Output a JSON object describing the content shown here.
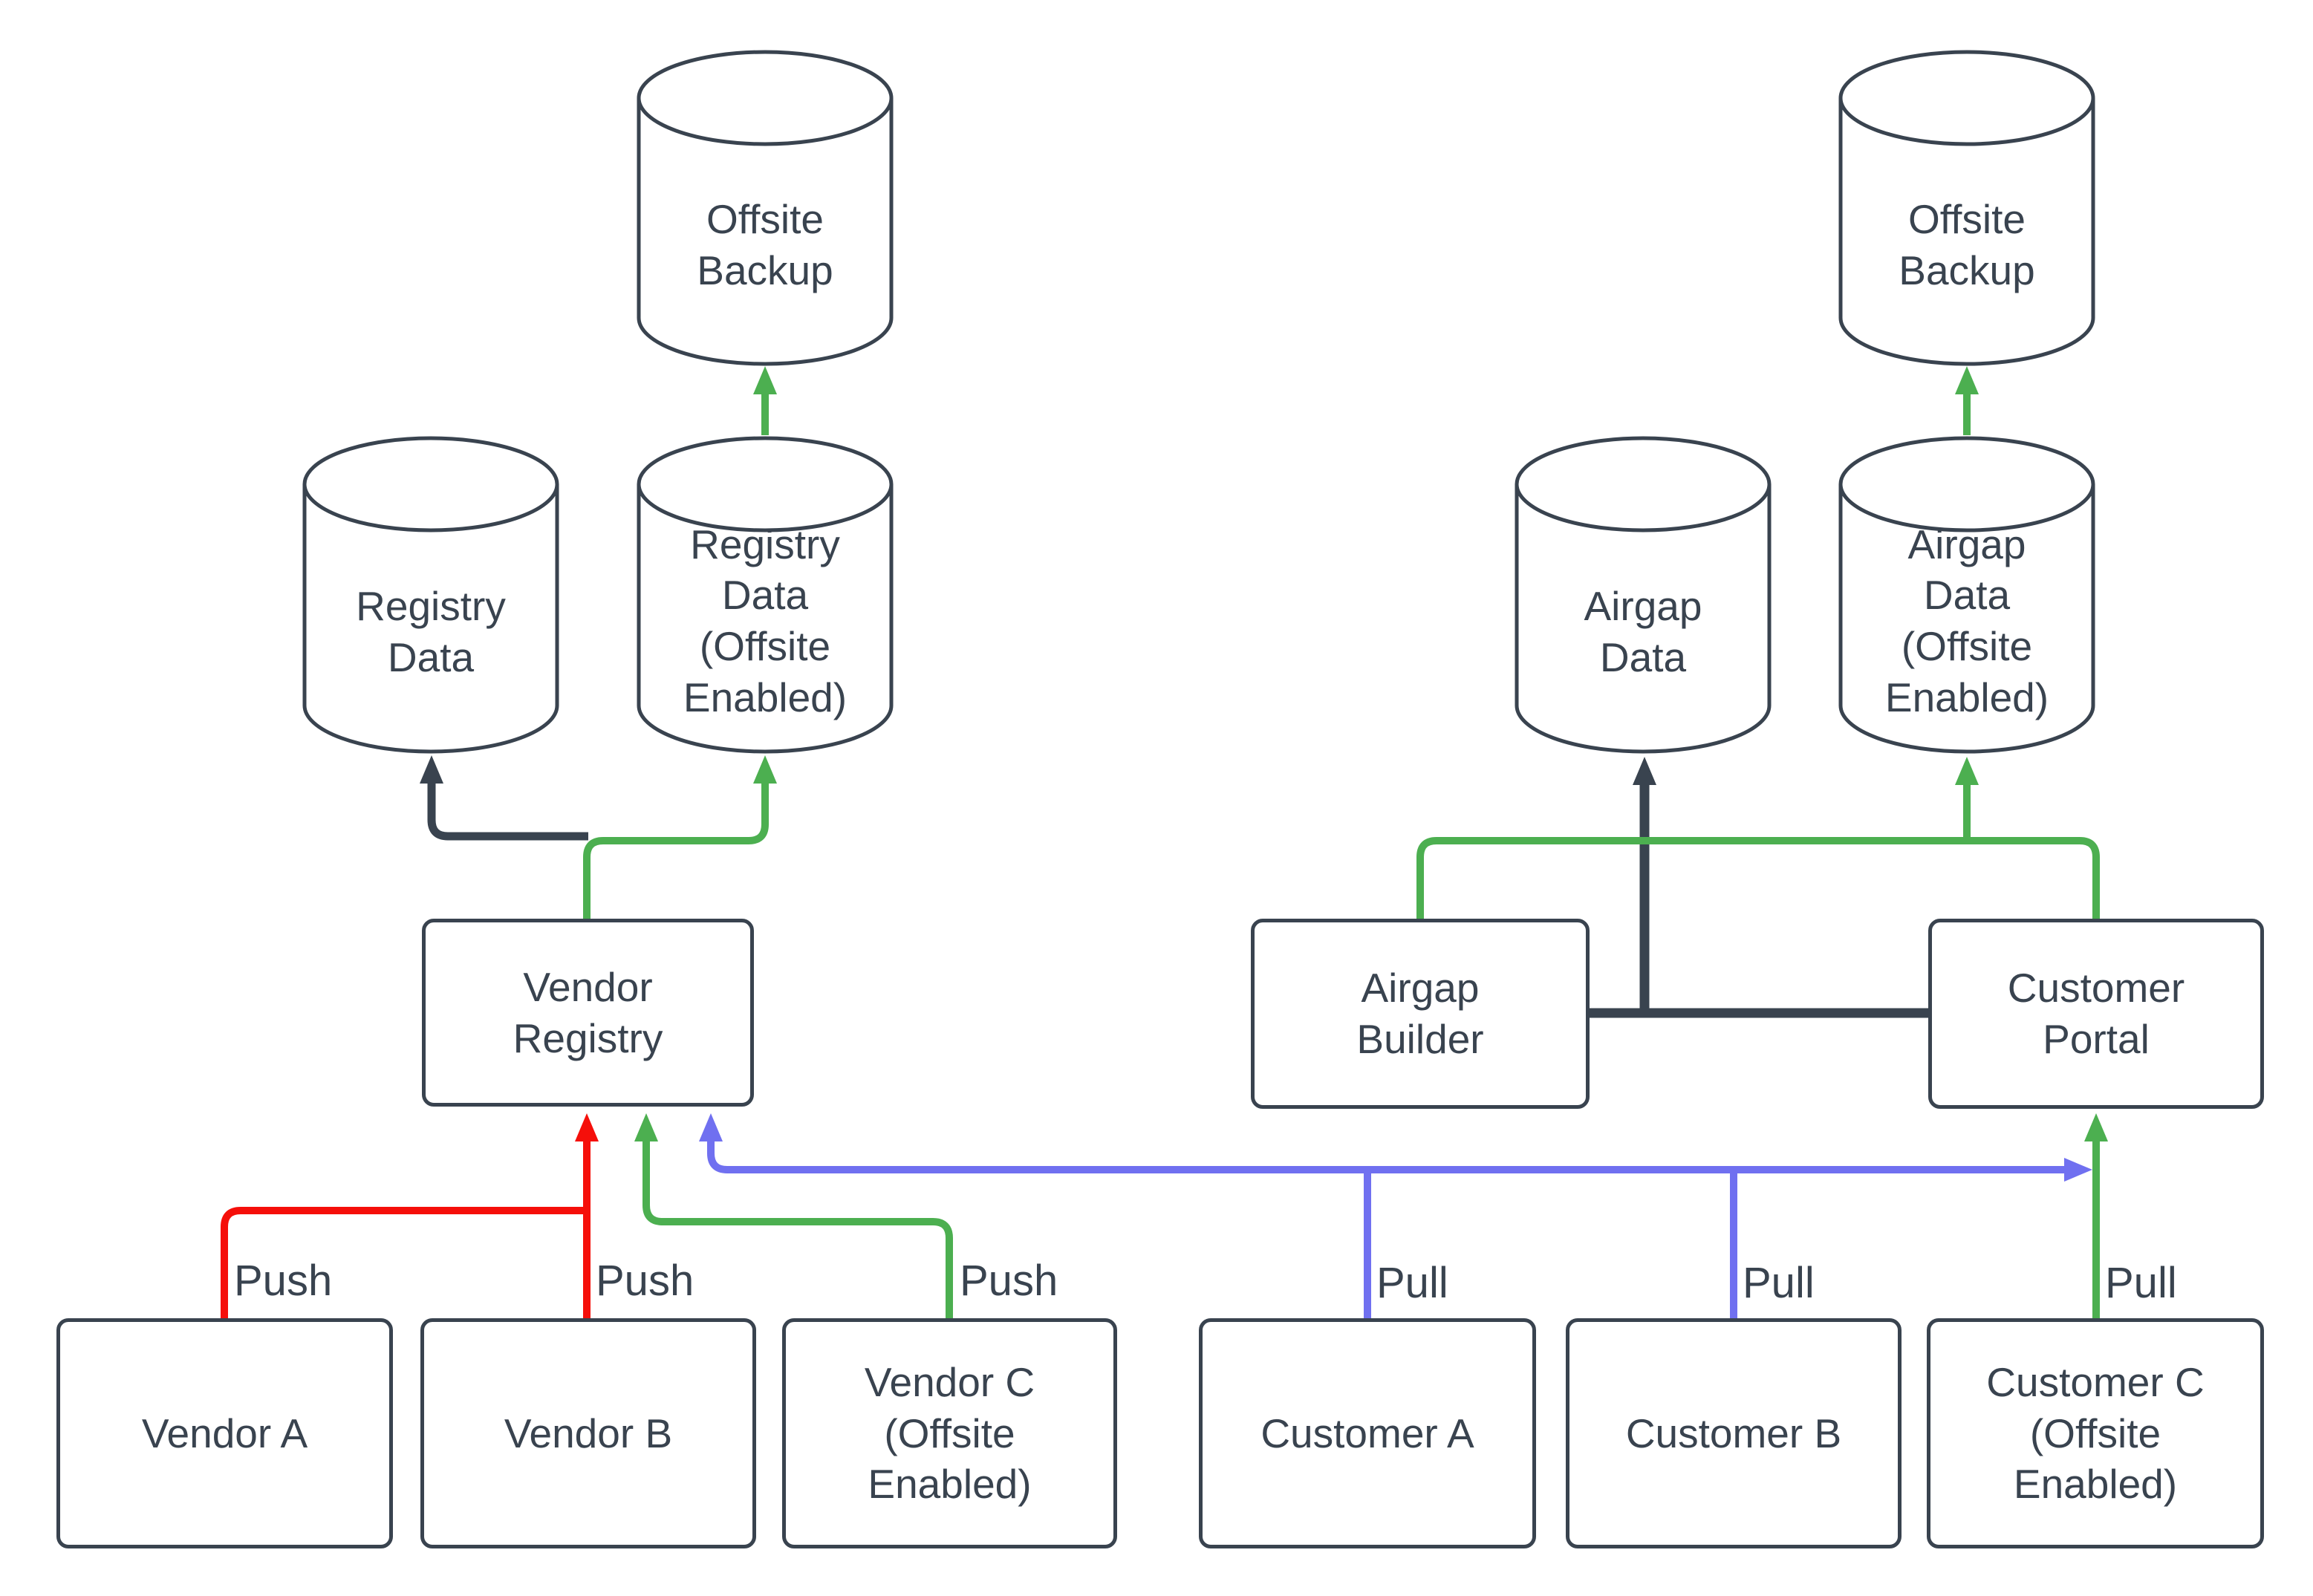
{
  "diagram": {
    "title": "Vendor registry / airgap distribution diagram",
    "colors": {
      "background": "#ffffff",
      "node_stroke": "#39434f",
      "text": "#39434f",
      "dark_edge": "#39434f",
      "green_edge": "#4caf50",
      "red_edge": "#f50f0a",
      "blue_edge": "#7070f0"
    },
    "nodes": {
      "offsite_backup_left": {
        "label": "Offsite Backup",
        "shape": "cylinder"
      },
      "registry_data": {
        "label": "Registry Data",
        "shape": "cylinder"
      },
      "registry_data_offsite": {
        "label": "Registry Data (Offsite Enabled)",
        "shape": "cylinder"
      },
      "offsite_backup_right": {
        "label": "Offsite Backup",
        "shape": "cylinder"
      },
      "airgap_data": {
        "label": "Airgap Data",
        "shape": "cylinder"
      },
      "airgap_data_offsite": {
        "label": "Airgap Data (Offsite Enabled)",
        "shape": "cylinder"
      },
      "vendor_registry": {
        "label": "Vendor Registry",
        "shape": "box"
      },
      "airgap_builder": {
        "label": "Airgap Builder",
        "shape": "box"
      },
      "customer_portal": {
        "label": "Customer Portal",
        "shape": "box"
      },
      "vendor_a": {
        "label": "Vendor A",
        "shape": "box"
      },
      "vendor_b": {
        "label": "Vendor B",
        "shape": "box"
      },
      "vendor_c": {
        "label": "Vendor C (Offsite Enabled)",
        "shape": "box"
      },
      "customer_a": {
        "label": "Customer A",
        "shape": "box"
      },
      "customer_b": {
        "label": "Customer B",
        "shape": "box"
      },
      "customer_c": {
        "label": "Customer C (Offsite Enabled)",
        "shape": "box"
      }
    },
    "edge_labels": {
      "push_vendor_a": "Push",
      "push_vendor_b": "Push",
      "push_vendor_c": "Push",
      "pull_customer_a": "Pull",
      "pull_customer_b": "Pull",
      "pull_customer_c": "Pull"
    }
  }
}
